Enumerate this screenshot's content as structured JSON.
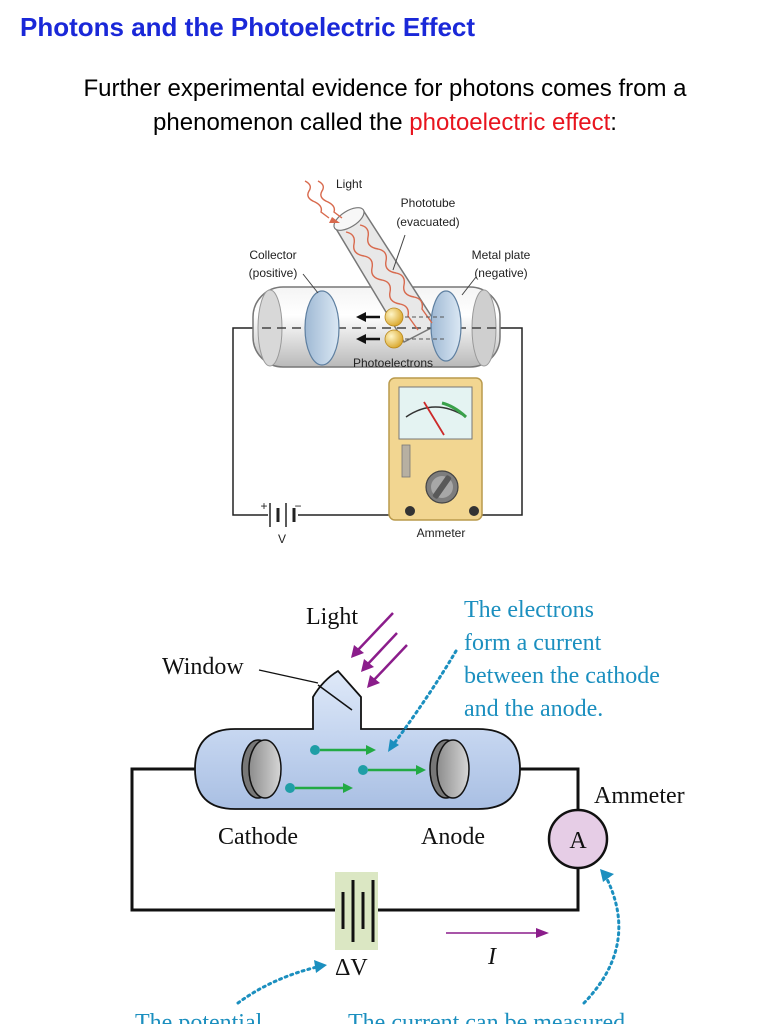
{
  "slide": {
    "title": "Photons and the Photoelectric Effect",
    "intro_prefix": "Further experimental evidence for photons comes from a phenomenon called the ",
    "intro_highlight": "photoelectric effect",
    "intro_suffix": ":"
  },
  "figure_top": {
    "light": "Light",
    "phototube_line1": "Phototube",
    "phototube_line2": "(evacuated)",
    "collector_line1": "Collector",
    "collector_line2": "(positive)",
    "metal_line1": "Metal plate",
    "metal_line2": "(negative)",
    "photoelectrons": "Photoelectrons",
    "ammeter": "Ammeter",
    "battery_plus": "+",
    "battery_minus": "−",
    "battery_v": "V"
  },
  "figure_bottom": {
    "light": "Light",
    "window": "Window",
    "note_electrons": [
      "The electrons",
      "form a current",
      "between the cathode",
      "and the anode."
    ],
    "ammeter": "Ammeter",
    "ammeter_symbol": "A",
    "cathode": "Cathode",
    "anode": "Anode",
    "current": "I",
    "potential": "ΔV",
    "note_potential": "The potential",
    "note_current": "The current can be measured"
  },
  "colors": {
    "title": "#1a28d8",
    "highlight": "#e8141e",
    "annotation": "#1b8fbf",
    "light_arrow": "#8b1d8b",
    "electron": "#22aa44"
  }
}
